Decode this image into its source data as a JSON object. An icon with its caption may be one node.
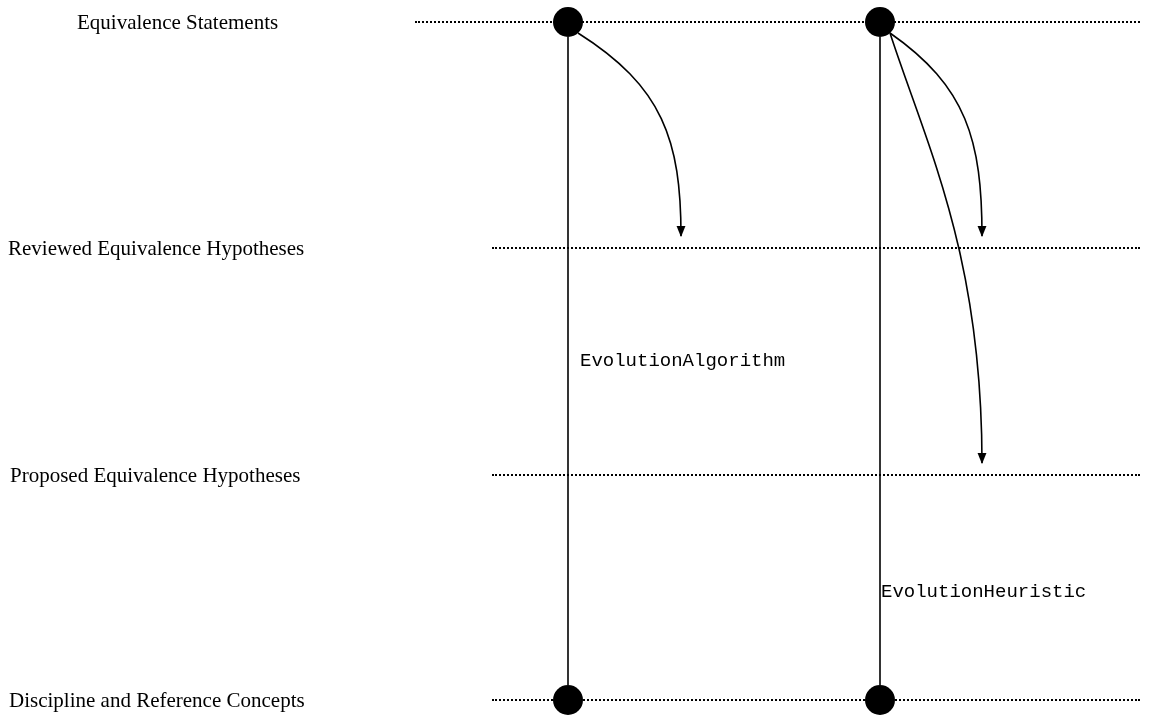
{
  "diagram": {
    "nodes": [
      {
        "text": [
          "Equivalence Statements"
        ]
      },
      {
        "text": [
          "Reviewed Equivalence Hypotheses"
        ]
      },
      {
        "text": [
          "Proposed Equivalence Hypotheses"
        ]
      },
      {
        "text": [
          "Discipline and Reference Concepts"
        ]
      },
      {
        "text": [],
        "shape": "circle"
      },
      {
        "text": [],
        "shape": "circle"
      },
      {
        "text": [],
        "shape": "circle"
      },
      {
        "text": [],
        "shape": "circle"
      }
    ],
    "edges": [
      {
        "from": 4,
        "to": 6,
        "arrow": "none",
        "label": "EvolutionAlgorithm"
      },
      {
        "from": 5,
        "to": 7,
        "arrow": "none",
        "label": "EvolutionHeuristic"
      },
      {
        "from": 4,
        "to": 1,
        "arrow": "to"
      },
      {
        "from": 5,
        "to": 1,
        "arrow": "to"
      },
      {
        "from": 5,
        "to": 2,
        "arrow": "to"
      }
    ]
  }
}
